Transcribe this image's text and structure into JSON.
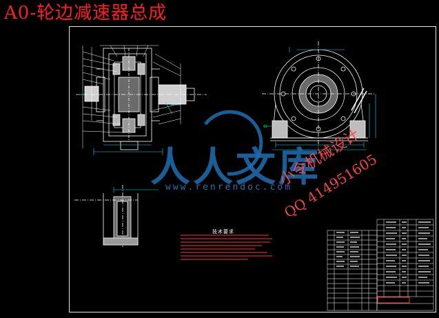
{
  "drawing": {
    "title": "A0-轮边减速器总成",
    "tech_requirements_heading": "技术要求"
  },
  "watermark": {
    "brand": "人人文库",
    "domain": "www.renrendoc.com"
  },
  "vendor_stamp": {
    "name": "小令机械设计",
    "qq": "QQ 414951605"
  },
  "colors": {
    "background": "#000000",
    "title": "#ff1e1e",
    "frame": "#e8e8e8",
    "drawing_line": "#ffffff",
    "dimension": "#00e5ff",
    "annotation_red": "#ff3333",
    "watermark_blue": "#1f6fb3"
  }
}
